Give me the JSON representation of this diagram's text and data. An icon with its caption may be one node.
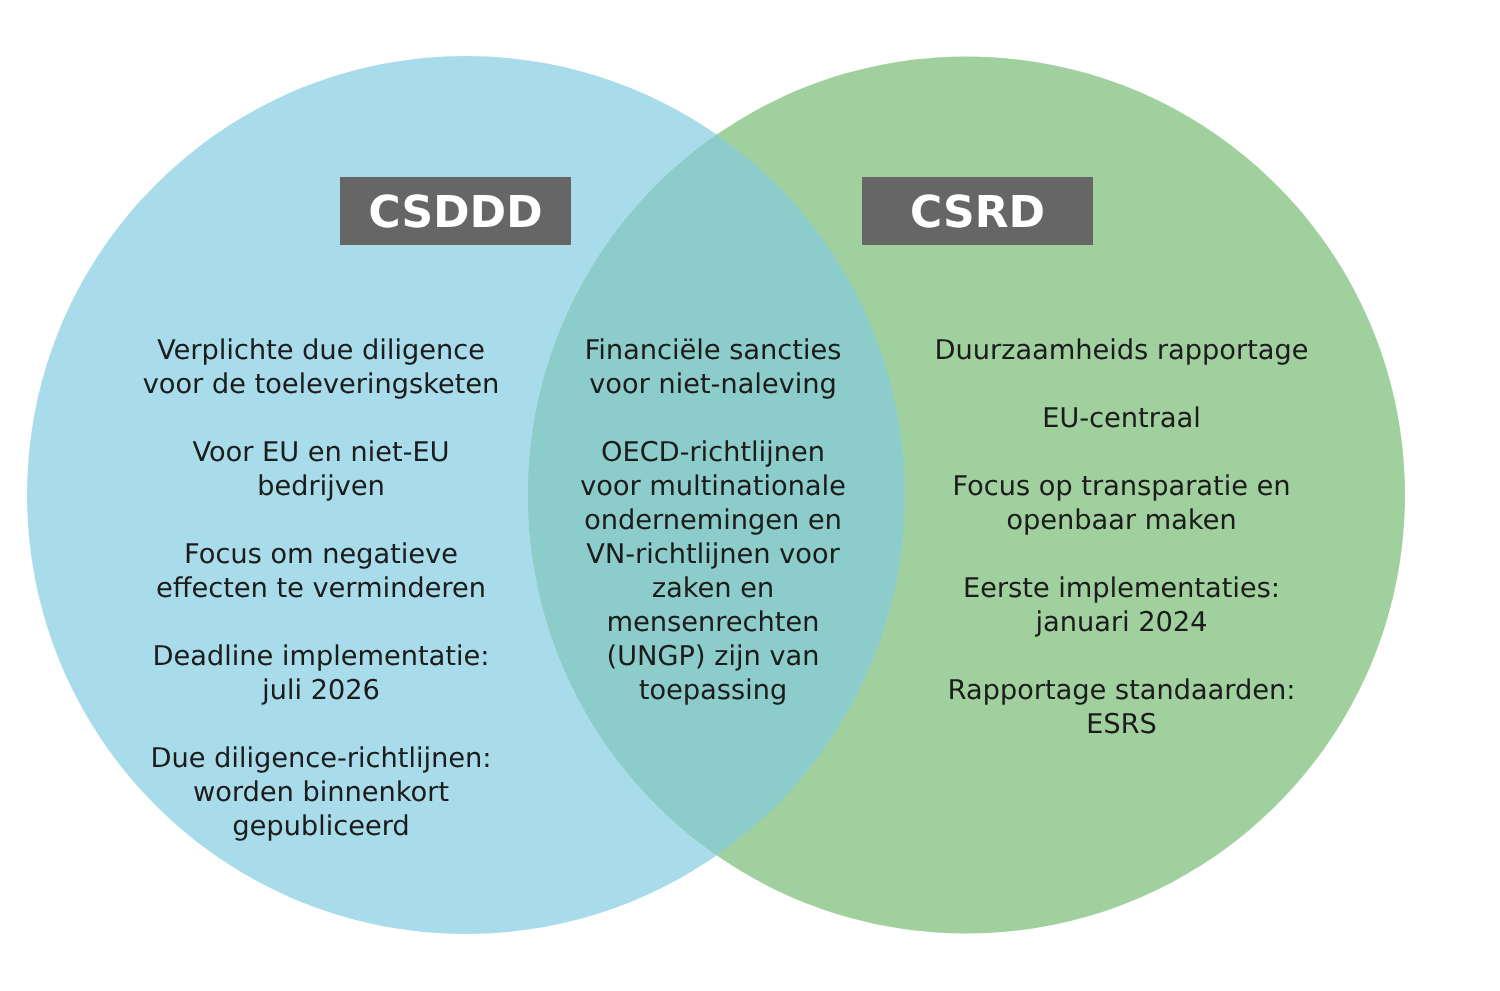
{
  "diagram": {
    "nodes": [
      {
        "text": [
          "Verplichte due diligence voor de toeleveringsketen",
          "Voor EU en niet-EU bedrijven",
          "Focus om negatieve effecten te verminderen",
          "Deadline implementatie: juli 2026",
          "Due diligence-richtlijnen: worden binnenkort gepubliceerd"
        ]
      },
      {
        "text": [
          "CSDDD"
        ],
        "in": 0
      },
      {
        "text": [
          "Duurzaamheids rapportage",
          "EU-centraal",
          "Focus op transparatie en openbaar maken",
          "Eerste implementaties: januari 2024",
          "Rapportage standaarden: ESRS"
        ]
      },
      {
        "text": [
          "CSRD"
        ],
        "in": 2
      }
    ],
    "labels": [
      "Financiële sancties voor niet-naleving",
      "OECD-richtlijnen voor multinationale ondernemingen en VN-richtlijnen voor zaken en mensenrechten (UNGP) zijn van toepassing"
    ]
  }
}
